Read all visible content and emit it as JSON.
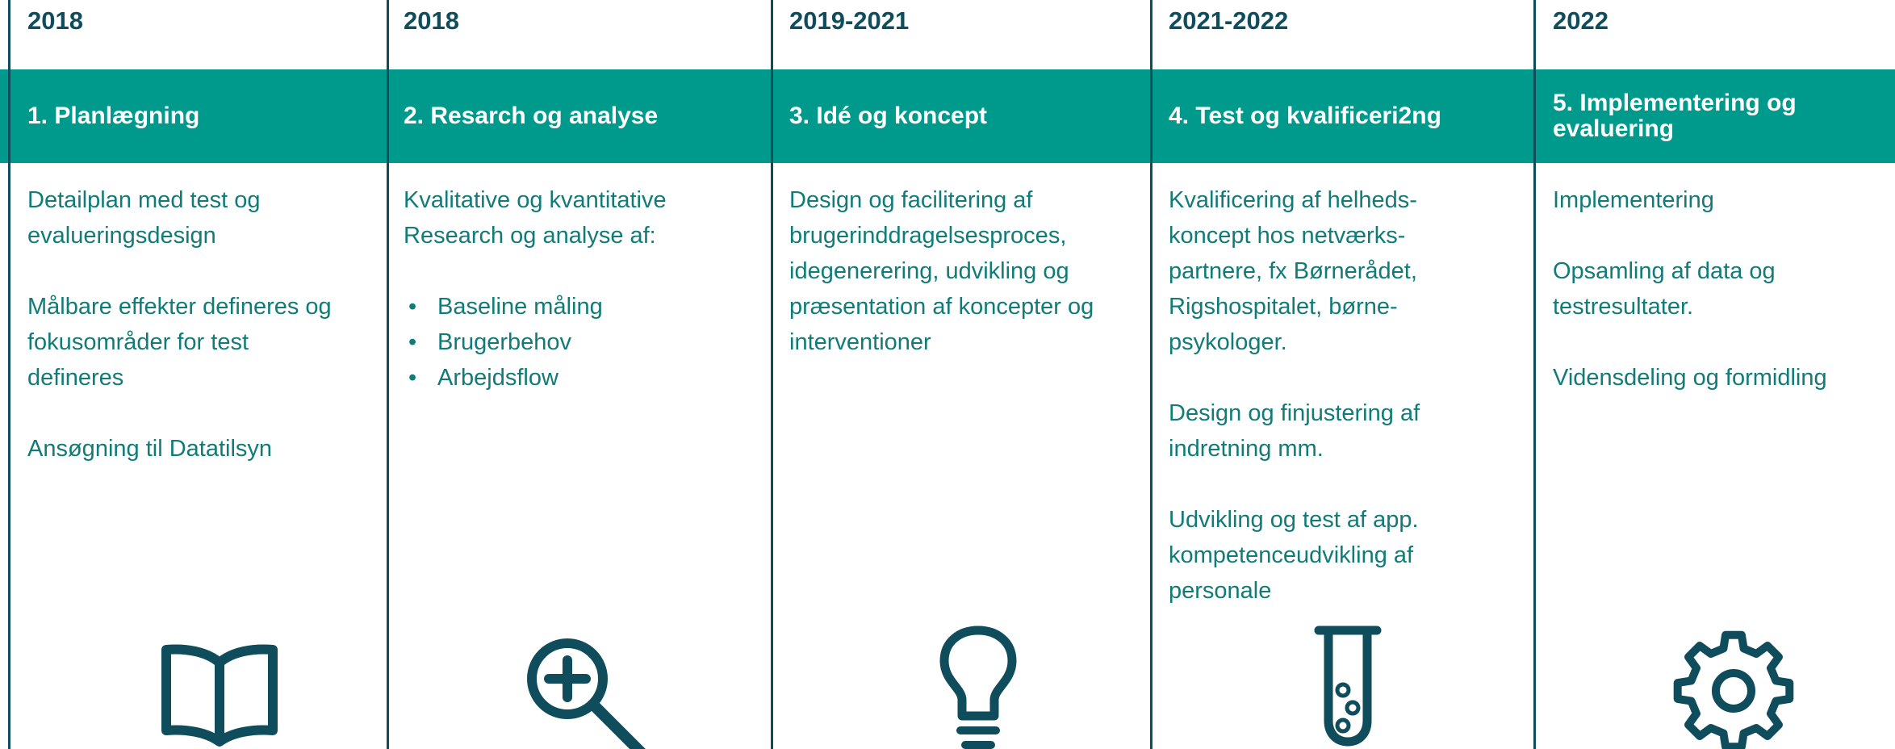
{
  "columns": [
    {
      "year": "2018",
      "phase": "1. Planlægning",
      "paragraphs": [
        "Detailplan med test og\nevalueringsdesign",
        "Målbare effekter defineres og\nfokusområder for test\ndefineres",
        "Ansøgning til Datatilsyn"
      ],
      "icon": "open-book-icon"
    },
    {
      "year": "2018",
      "phase": "2. Resarch og analyse",
      "intro": "Kvalitative og kvantitative\nResearch og analyse af:",
      "bullets": [
        "Baseline måling",
        "Brugerbehov",
        "Arbejdsflow"
      ],
      "icon": "zoom-in-icon"
    },
    {
      "year": "2019-2021",
      "phase": "3. Idé og koncept",
      "paragraphs": [
        "Design og facilitering af\nbrugerinddragelsesproces,\nidegenerering, udvikling og\npræsentation af koncepter og\ninterventioner"
      ],
      "icon": "lightbulb-icon"
    },
    {
      "year": "2021-2022",
      "phase": "4. Test og kvalificeri2ng",
      "paragraphs": [
        "Kvalificering af helheds-\nkoncept hos netværks-\npartnere, fx Børnerådet,\nRigshospitalet, børne-\npsykologer.",
        "Design og finjustering af\nindretning mm.",
        "Udvikling og test af app.\nkompetenceudvikling af\npersonale"
      ],
      "icon": "test-tube-icon"
    },
    {
      "year": "2022",
      "phase": "5. Implementering og\nevaluering",
      "paragraphs": [
        "Implementering",
        "Opsamling af data og\ntestresultater.",
        "Vidensdeling og formidling"
      ],
      "icon": "gear-icon"
    }
  ],
  "colors": {
    "teal": "#009a8c",
    "dark": "#0f4d5d",
    "text": "#117b78"
  }
}
